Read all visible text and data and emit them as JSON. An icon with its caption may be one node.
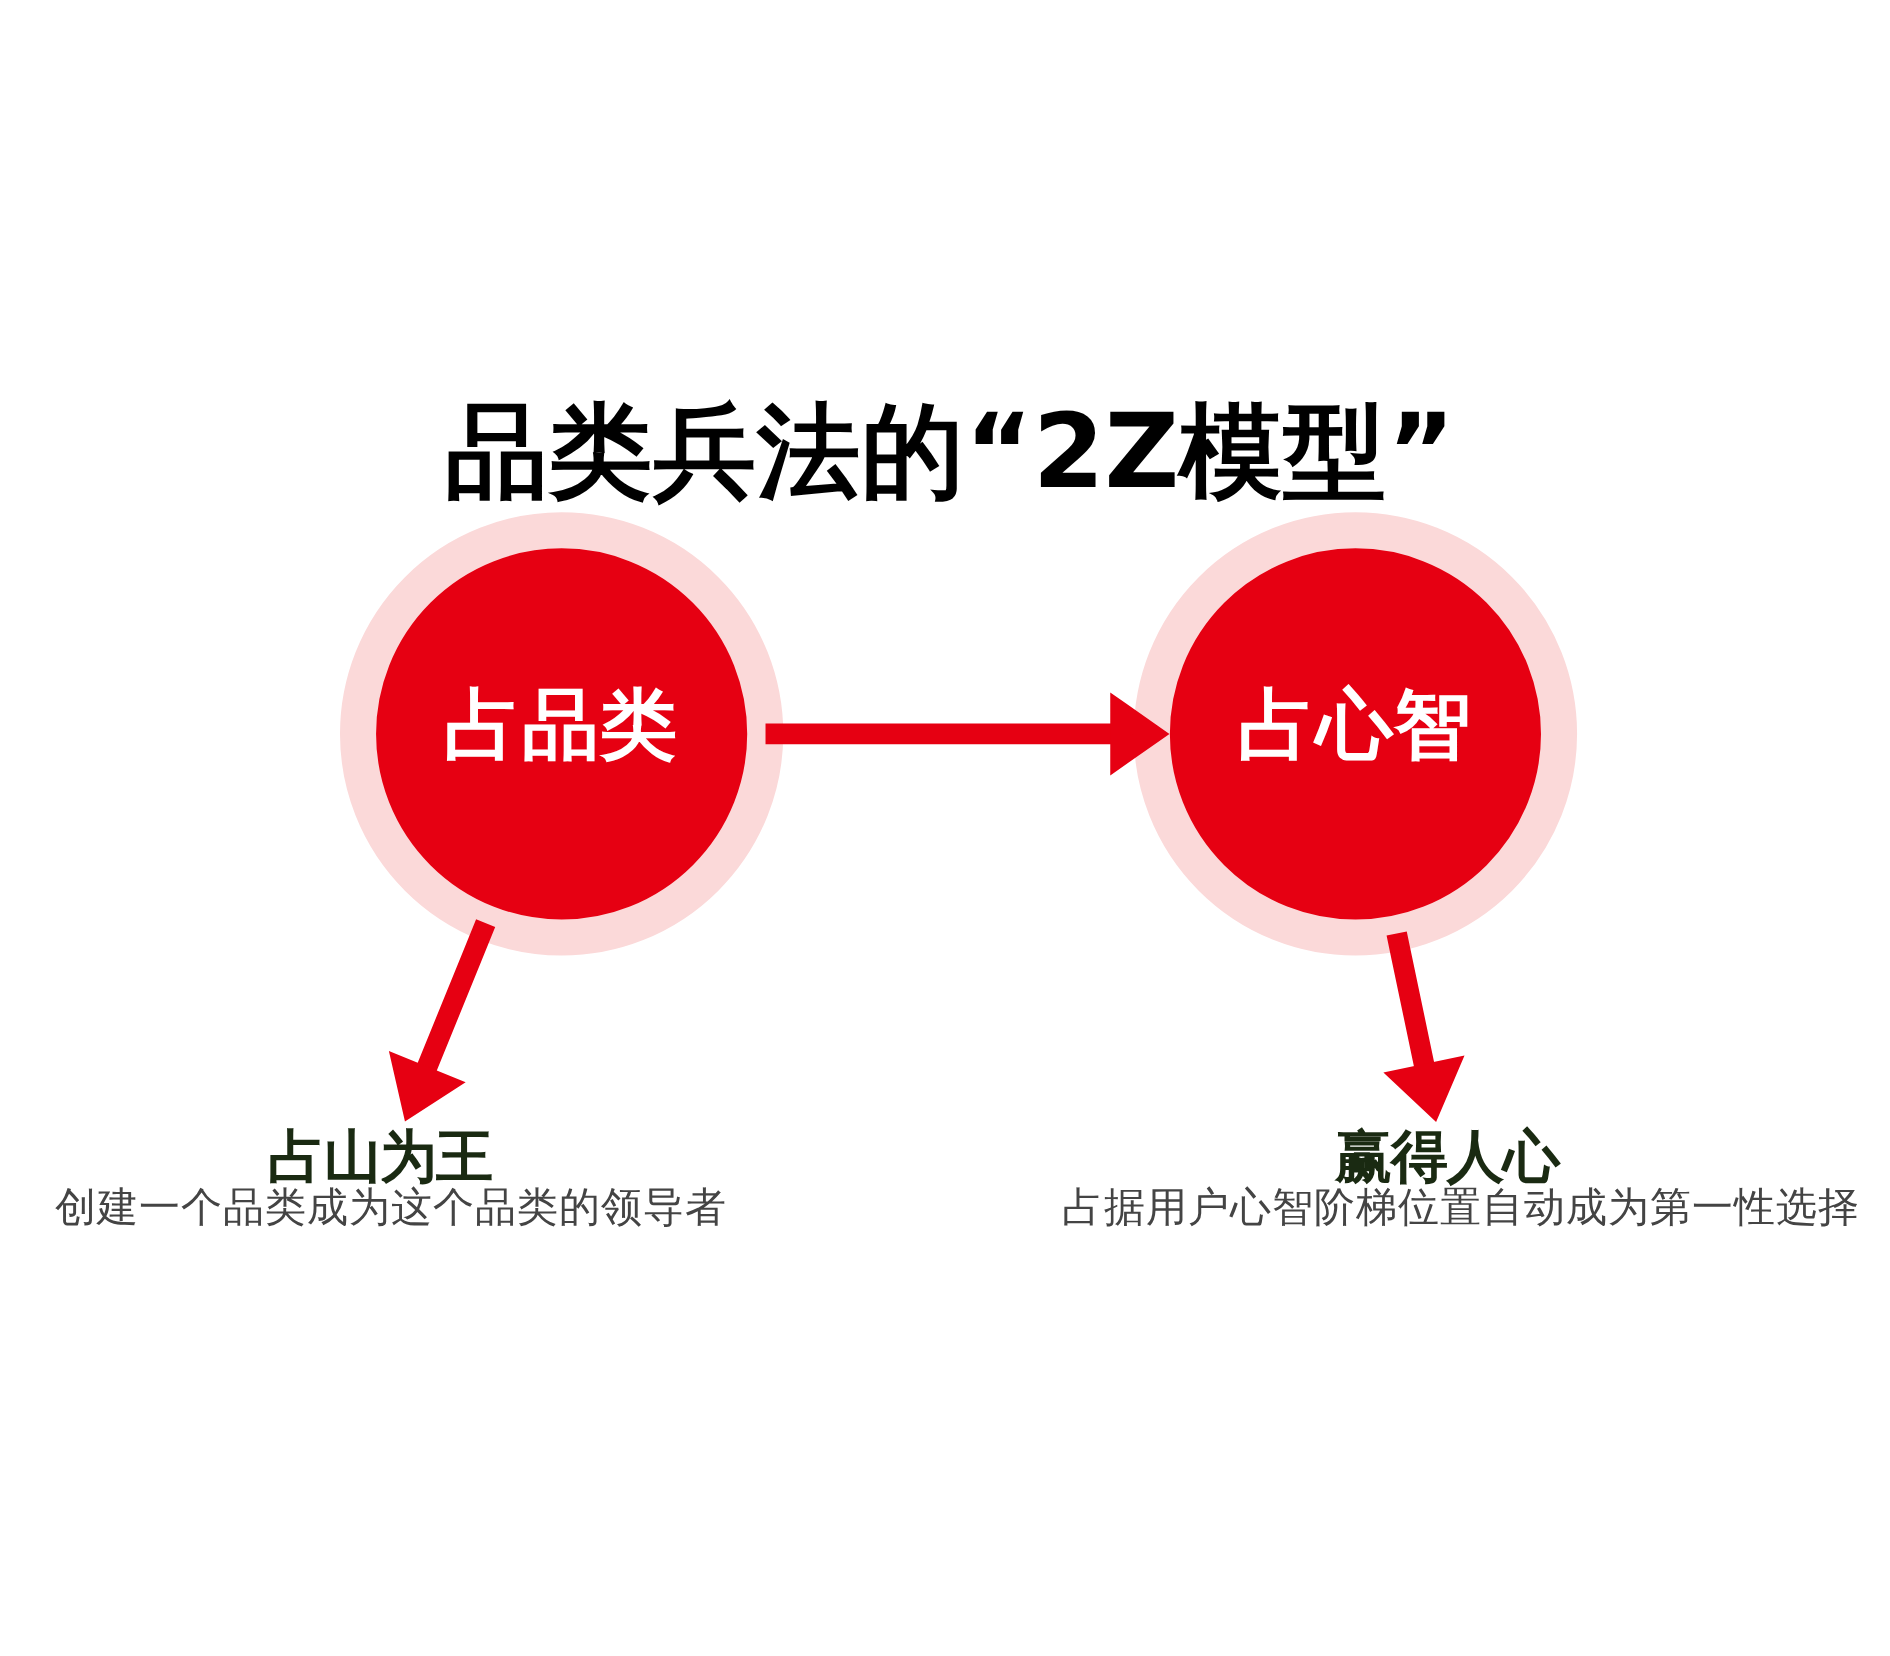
{
  "diagram": {
    "title": "品类兵法的“2Z模型”",
    "nodes": [
      {
        "text": [
          "占品类"
        ]
      },
      {
        "text": [
          "占心智"
        ]
      },
      {
        "text": [
          "占山为王",
          "创建一个品类成为这个品类的领导者"
        ]
      },
      {
        "text": [
          "赢得人心",
          "占据用户心智阶梯位置自动成为第一性选择"
        ]
      }
    ],
    "edges": [
      {
        "from": 0,
        "to": 1,
        "arrow": "to"
      },
      {
        "from": 0,
        "to": 2,
        "arrow": "to"
      },
      {
        "from": 1,
        "to": 3,
        "arrow": "to"
      }
    ]
  }
}
